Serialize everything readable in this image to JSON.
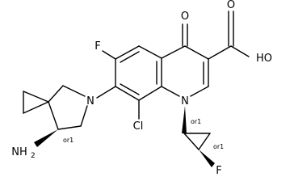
{
  "structure": {
    "atom_labels": {
      "carbonyl_oxygen": "O",
      "acid_oxygen": "HO",
      "acid_carbonyl_oxygen": "O",
      "fluorine_top": "F",
      "ring_nitrogen": "N",
      "quinolone_nitrogen": "N",
      "chlorine": "Cl",
      "amine": "NH",
      "amine_subscript": "2",
      "fluorine_cyclopropyl": "F"
    },
    "stereo_labels": {
      "amine_center": "or1",
      "cyclopropyl_n_center": "or1",
      "cyclopropyl_f_center": "or1"
    }
  }
}
